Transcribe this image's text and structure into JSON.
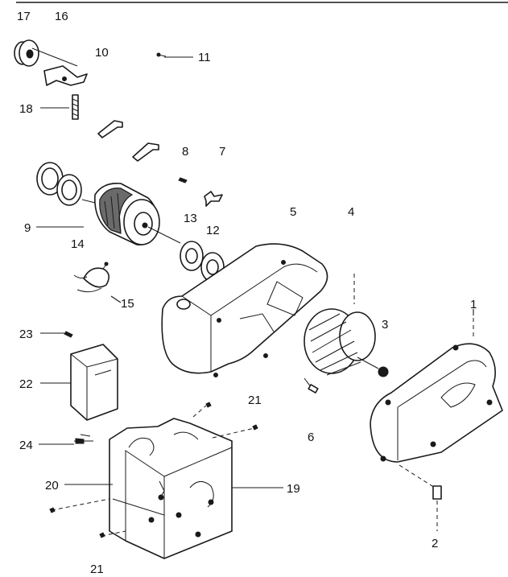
{
  "labels": {
    "l1": "1",
    "l2": "2",
    "l3": "3",
    "l4": "4",
    "l5": "5",
    "l6": "6",
    "l7": "7",
    "l8": "8",
    "l9": "9",
    "l10": "10",
    "l11": "11",
    "l12": "12",
    "l13": "13",
    "l14": "14",
    "l15": "15",
    "l16": "16",
    "l17": "17",
    "l18": "18",
    "l19": "19",
    "l20": "20",
    "l21a": "21",
    "l21b": "21",
    "l22": "22",
    "l23": "23",
    "l24": "24"
  }
}
